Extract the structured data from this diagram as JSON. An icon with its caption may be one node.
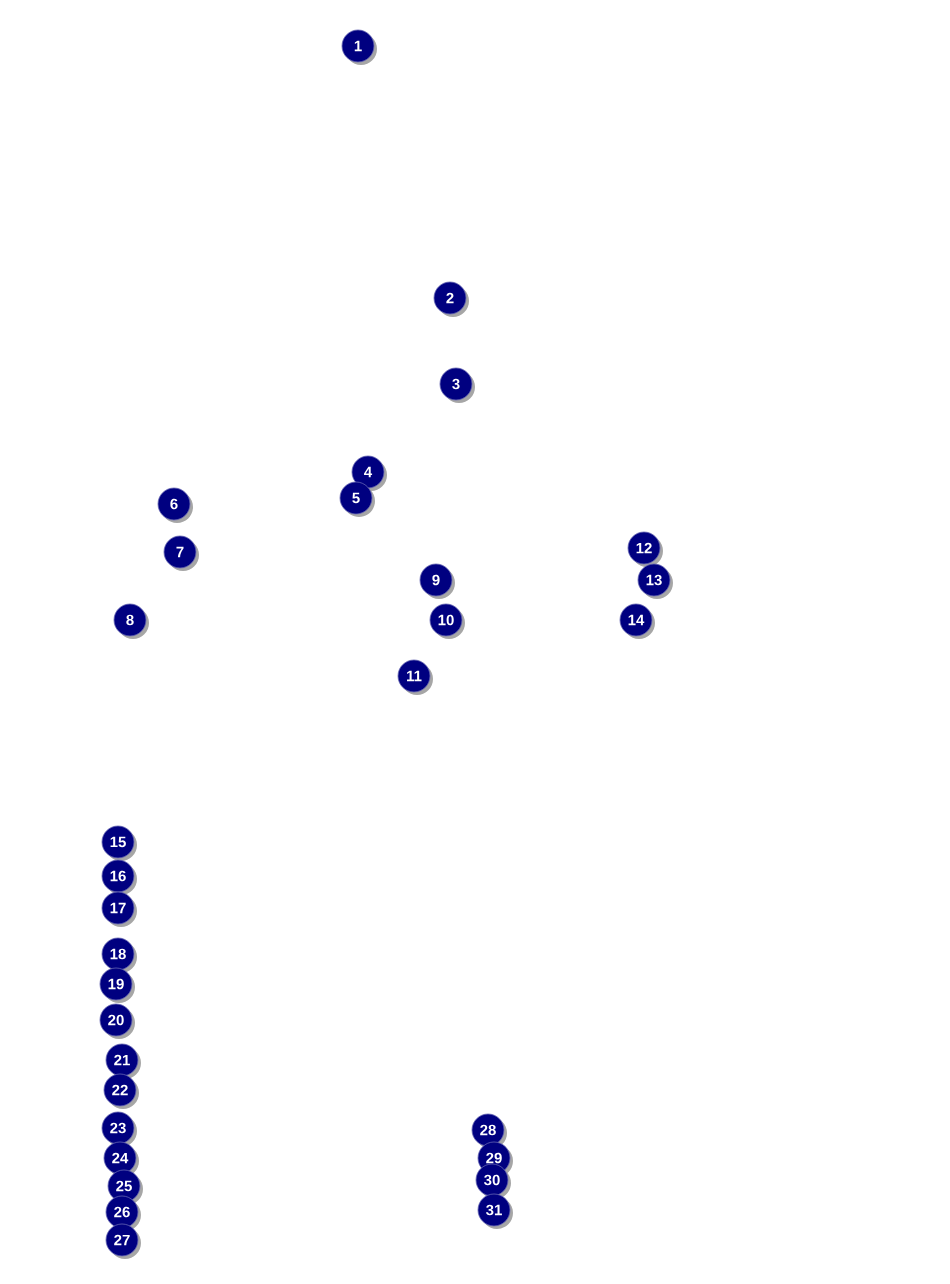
{
  "diagram": {
    "nodes": [
      {
        "text": [
          "1"
        ]
      },
      {
        "text": [
          "2"
        ]
      },
      {
        "text": [
          "3"
        ]
      },
      {
        "text": [
          "4"
        ]
      },
      {
        "text": [
          "5"
        ]
      },
      {
        "text": [
          "6"
        ]
      },
      {
        "text": [
          "7"
        ]
      },
      {
        "text": [
          "8"
        ]
      },
      {
        "text": [
          "9"
        ]
      },
      {
        "text": [
          "10"
        ]
      },
      {
        "text": [
          "11"
        ]
      },
      {
        "text": [
          "12"
        ]
      },
      {
        "text": [
          "13"
        ]
      },
      {
        "text": [
          "14"
        ]
      },
      {
        "text": [
          "15"
        ]
      },
      {
        "text": [
          "16"
        ]
      },
      {
        "text": [
          "17"
        ]
      },
      {
        "text": [
          "18"
        ]
      },
      {
        "text": [
          "19"
        ]
      },
      {
        "text": [
          "20"
        ]
      },
      {
        "text": [
          "21"
        ]
      },
      {
        "text": [
          "22"
        ]
      },
      {
        "text": [
          "23"
        ]
      },
      {
        "text": [
          "24"
        ]
      },
      {
        "text": [
          "25"
        ]
      },
      {
        "text": [
          "26"
        ]
      },
      {
        "text": [
          "27"
        ]
      },
      {
        "text": [
          "28"
        ]
      },
      {
        "text": [
          "29"
        ]
      },
      {
        "text": [
          "30"
        ]
      },
      {
        "text": [
          "31"
        ]
      }
    ],
    "edges": []
  }
}
